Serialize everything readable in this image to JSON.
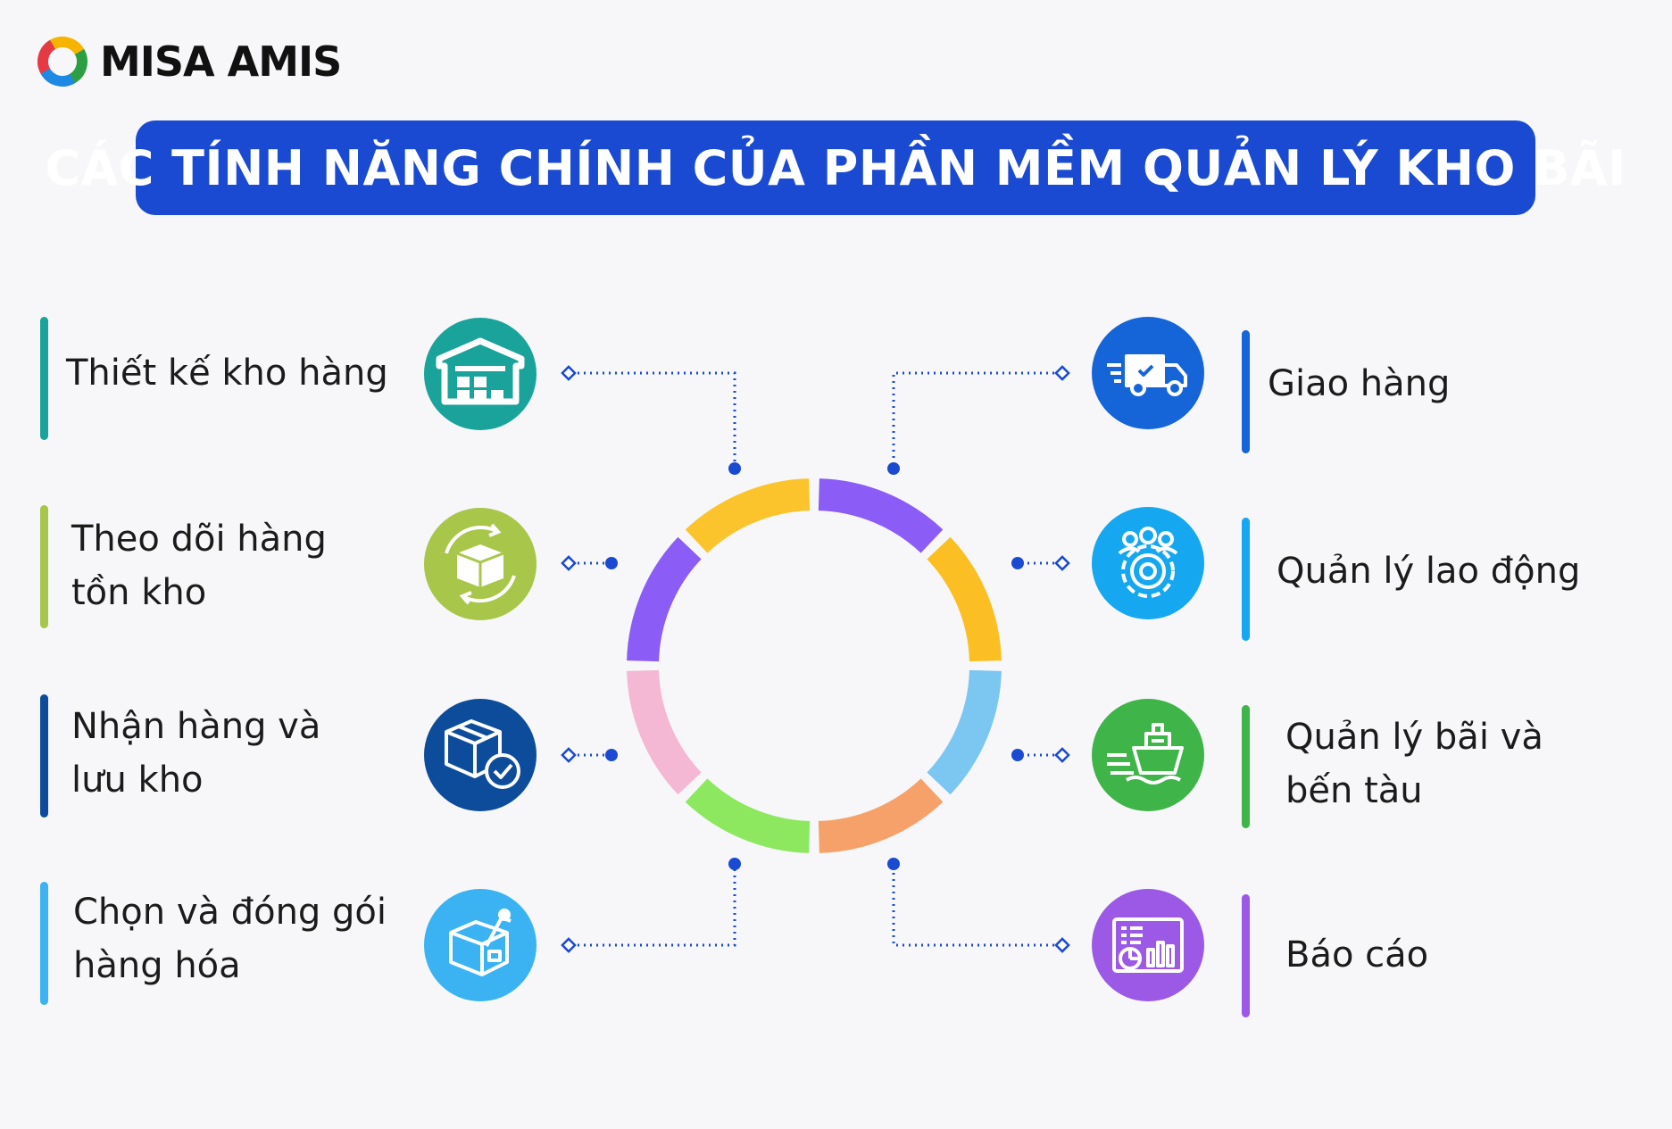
{
  "brand": {
    "name": "MISA AMIS",
    "colors": [
      "#e63946",
      "#f6b400",
      "#2e9e45",
      "#1e88e5"
    ]
  },
  "title": "CÁC TÍNH NĂNG CHÍNH CỦA PHẦN MỀM QUẢN LÝ KHO BÃI",
  "ring_colors": [
    "#8b5cf6",
    "#fbbf24",
    "#7cc6f2",
    "#f7a16a",
    "#8de860",
    "#f4b8d4",
    "#8b5cf6",
    "#fbc42d"
  ],
  "features_left": [
    {
      "label": "Thiết kế kho hàng",
      "icon": "warehouse-icon",
      "color": "#1aa39a",
      "bar_color": "#1aa39a"
    },
    {
      "label": "Theo dõi hàng\ntồn kho",
      "icon": "inventory-box-icon",
      "color": "#a8c64a",
      "bar_color": "#a8c64a"
    },
    {
      "label": "Nhận hàng và\nlưu kho",
      "icon": "box-check-icon",
      "color": "#0d4c9b",
      "bar_color": "#0d4c9b"
    },
    {
      "label": "Chọn và đóng gói\nhàng hóa",
      "icon": "package-tape-icon",
      "color": "#3bb3f3",
      "bar_color": "#3bb3f3"
    }
  ],
  "features_right": [
    {
      "label": "Giao hàng",
      "icon": "delivery-truck-icon",
      "color": "#1565d8",
      "bar_color": "#1565d8"
    },
    {
      "label": "Quản lý lao động",
      "icon": "team-gear-icon",
      "color": "#15a7f0",
      "bar_color": "#15a7f0"
    },
    {
      "label": "Quản lý bãi và\nbến tàu",
      "icon": "ship-icon",
      "color": "#3fb448",
      "bar_color": "#3fb448"
    },
    {
      "label": "Báo cáo",
      "icon": "report-chart-icon",
      "color": "#9b59e6",
      "bar_color": "#9b59e6"
    }
  ]
}
